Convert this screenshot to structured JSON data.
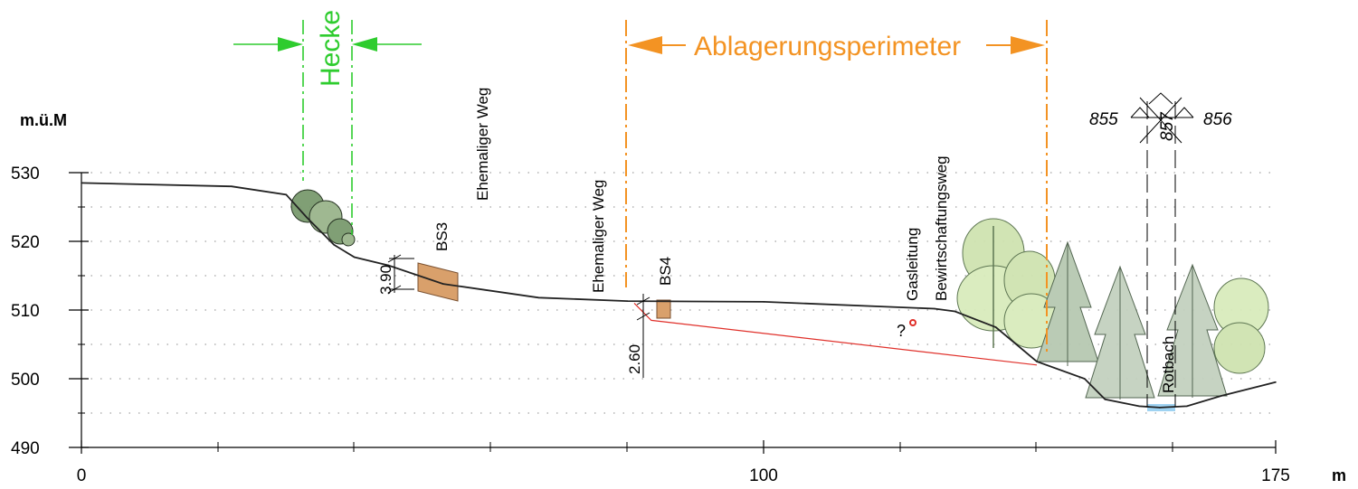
{
  "colors": {
    "terrain": "#222222",
    "hedge": "#2ecc2e",
    "perimeter": "#f39323",
    "layer_line": "#e0302a",
    "borehole_fill": "#d9a06b",
    "water": "#9fd3f2",
    "grid": "#8a8a8a"
  },
  "axis": {
    "y_title": "m.ü.M",
    "x_unit": "m",
    "y_ticks": [
      "530",
      "520",
      "510",
      "500",
      "490"
    ],
    "x_ticks": [
      "0",
      "100",
      "175"
    ]
  },
  "labels": {
    "hecke": "Hecke",
    "perimeter": "Ablagerungsperimeter",
    "ehemaliger_weg_1": "Ehemaliger Weg",
    "ehemaliger_weg_2": "Ehemaliger Weg",
    "bs3": "BS3",
    "bs4": "BS4",
    "gasleitung": "Gasleitung",
    "bewirtschaftungsweg": "Bewirtschaftungsweg",
    "rotbach": "Rotbach",
    "question": "?",
    "dim_bs3": "3.90",
    "dim_bs4": "2.60",
    "profile_855": "855",
    "profile_856": "856",
    "profile_857": "857"
  },
  "chart_data": {
    "type": "line",
    "xlabel": "m",
    "ylabel": "m.ü.M",
    "xlim": [
      0,
      175
    ],
    "ylim": [
      490,
      530
    ],
    "series": [
      {
        "x": [
          0,
          22,
          30,
          33,
          37,
          40,
          45,
          53,
          67,
          80,
          100,
          125,
          128,
          134,
          137,
          140,
          147,
          150,
          155,
          158,
          162,
          167,
          175
        ],
        "y": [
          528.5,
          528,
          526.8,
          523.5,
          519.5,
          517.7,
          516.5,
          513.8,
          511.8,
          511.3,
          511.2,
          510.2,
          509.8,
          507.5,
          505,
          502.5,
          500,
          497,
          496,
          495.8,
          496,
          497.5,
          499.5
        ]
      },
      {
        "x": [
          81,
          83.5,
          140
        ],
        "y": [
          511,
          508.5,
          502
        ]
      }
    ]
  }
}
